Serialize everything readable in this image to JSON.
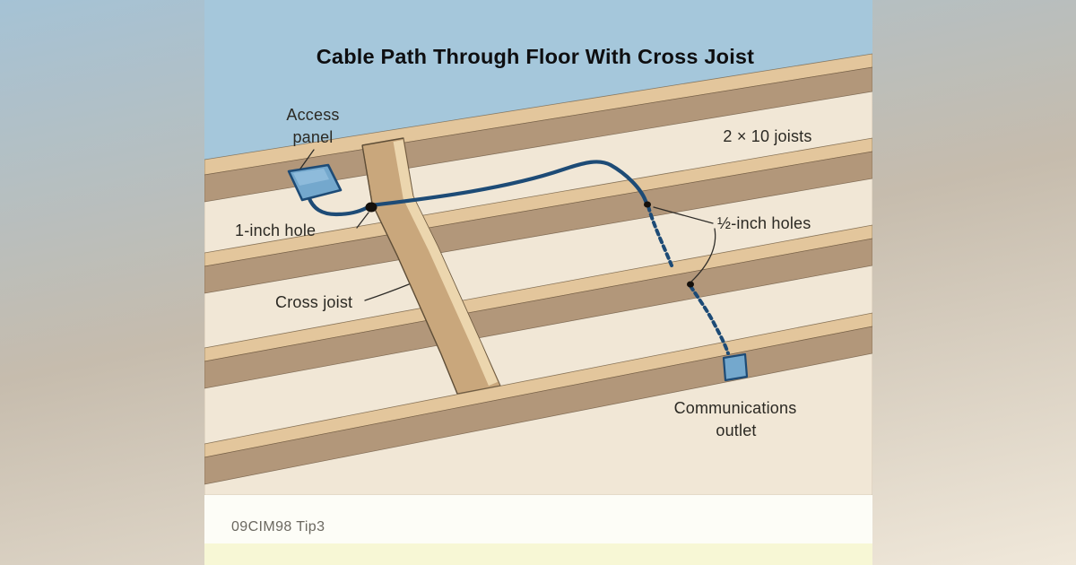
{
  "page": {
    "colors": {
      "page_gradient_top": "#a5c2d5",
      "page_gradient_mid": "#c6bcad",
      "page_gradient_bottom": "#f0e8da"
    }
  },
  "diagram": {
    "title": "Cable Path Through Floor With Cross Joist",
    "caption": "09CIM98 Tip3",
    "labels": {
      "access_panel_line1": "Access",
      "access_panel_line2": "panel",
      "joists": "2 × 10 joists",
      "one_inch_hole": "1-inch hole",
      "cross_joist": "Cross joist",
      "half_inch_holes": "½-inch holes",
      "comm_outlet_line1": "Communications",
      "comm_outlet_line2": "outlet"
    },
    "colors": {
      "sky": "#a5c7db",
      "subfloor": "#f1e7d6",
      "joist_top": "#e3c69c",
      "joist_face": "#b2977a",
      "cross_joist_face": "#c9a77c",
      "cross_joist_edge": "#ecd6ae",
      "cable": "#1d4b76",
      "panel_fill": "#74a8cd",
      "panel_highlight": "#93bedd",
      "white_band": "#fdfdf7",
      "yellow_band": "#f7f7d5"
    }
  }
}
